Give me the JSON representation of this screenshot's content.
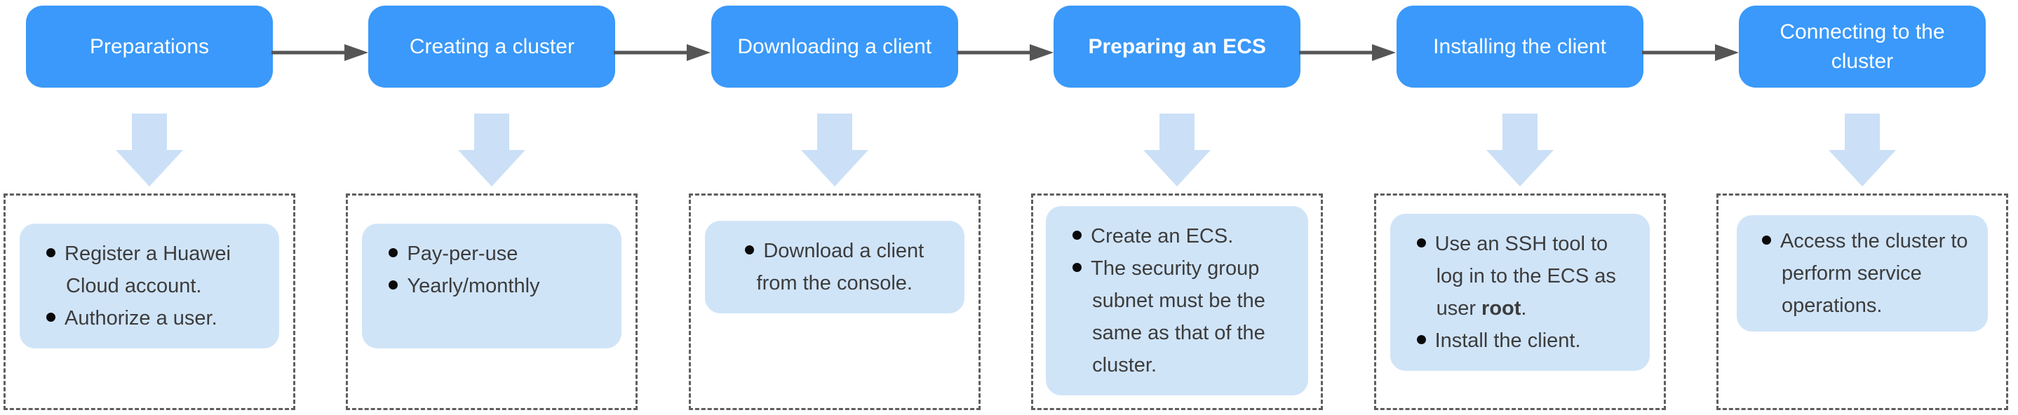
{
  "colors": {
    "step_fill": "#3a99fa",
    "step_text": "#ffffff",
    "note_fill": "#d0e4f8",
    "note_text": "#3c3c3c",
    "connector_arrow": "#555555",
    "dashed_border": "#5e5e5e",
    "down_arrow_fill": "#cbe0f7",
    "bullet_dot": "#0a0a0a"
  },
  "icons": {
    "flow_arrow": "right-arrow",
    "down_arrow": "down-block-arrow",
    "bullet": "filled-circle"
  },
  "steps": [
    {
      "id": "preparations",
      "label": "Preparations",
      "bullets": [
        {
          "text": "Register a Huawei Cloud account."
        },
        {
          "text": "Authorize a user."
        }
      ]
    },
    {
      "id": "creating-a-cluster",
      "label": "Creating a cluster",
      "bullets": [
        {
          "text": "Pay-per-use"
        },
        {
          "text": "Yearly/monthly"
        }
      ]
    },
    {
      "id": "downloading-a-client",
      "label": "Downloading a client",
      "bullets": [
        {
          "text": "Download a client from the console."
        }
      ]
    },
    {
      "id": "preparing-an-ecs",
      "label": "Preparing an ECS",
      "emphasized": true,
      "bullets": [
        {
          "text": "Create an ECS."
        },
        {
          "text": "The security group subnet must be the same as that of the cluster."
        }
      ]
    },
    {
      "id": "installing-the-client",
      "label": "Installing the client",
      "bullets": [
        {
          "pre": "Use an SSH tool to log in to the ECS as user ",
          "bold": "root",
          "post": "."
        },
        {
          "text": "Install the client."
        }
      ]
    },
    {
      "id": "connecting-to-the-cluster",
      "label": "Connecting to the cluster",
      "bullets": [
        {
          "text": "Access the cluster to perform service operations."
        }
      ]
    }
  ]
}
